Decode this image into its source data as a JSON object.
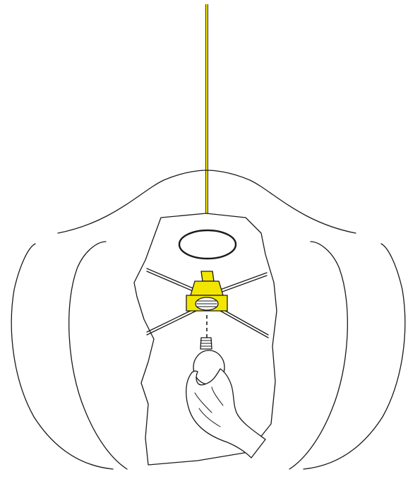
{
  "colors": {
    "line": "#1a1a1a",
    "socket": "#f2e600",
    "cord": "#f2e600",
    "background": "#ffffff"
  },
  "diagram": {
    "elements": [
      "pendant-cord",
      "lamp-shade",
      "shade-ring-frame",
      "bulb-socket",
      "light-bulb",
      "hand"
    ]
  }
}
